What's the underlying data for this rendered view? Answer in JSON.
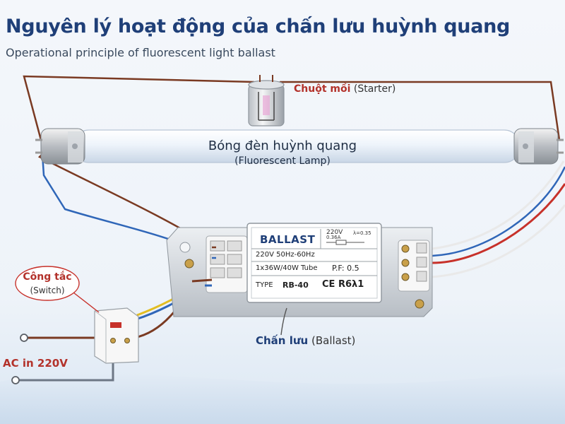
{
  "header": {
    "title": "Nguyên lý hoạt động của chấn lưu huỳnh quang",
    "subtitle": "Operational principle of fluorescent light ballast"
  },
  "starter": {
    "label_vn": "Chuột mồi",
    "label_en": "(Starter)"
  },
  "lamp": {
    "label_vn": "Bóng đèn huỳnh quang",
    "label_en": "(Fluorescent Lamp)"
  },
  "ballast": {
    "brand": "BALLAST",
    "mini_spec_1": "220V",
    "mini_spec_2": "0.36A",
    "mini_spec_3": "λ=0.35",
    "rating": "220V 50Hz-60Hz",
    "tube": "1x36W/40W Tube",
    "pf": "P.F: 0.5",
    "type_label": "TYPE",
    "type_value": "RB-40",
    "marks": "CE R6λ1",
    "caption_vn": "Chấn lưu",
    "caption_en": "(Ballast)"
  },
  "switch": {
    "label_vn": "Công tắc",
    "label_en": "(Switch)"
  },
  "source": {
    "label": "AC in 220V"
  },
  "colors": {
    "title": "#1f3f78",
    "accent_red": "#b3322b",
    "wire_brown": "#7a3a22",
    "wire_blue": "#2f66b8",
    "wire_red": "#c7312a",
    "wire_yellow": "#e2bd22",
    "wire_white": "#f4f4f4"
  }
}
